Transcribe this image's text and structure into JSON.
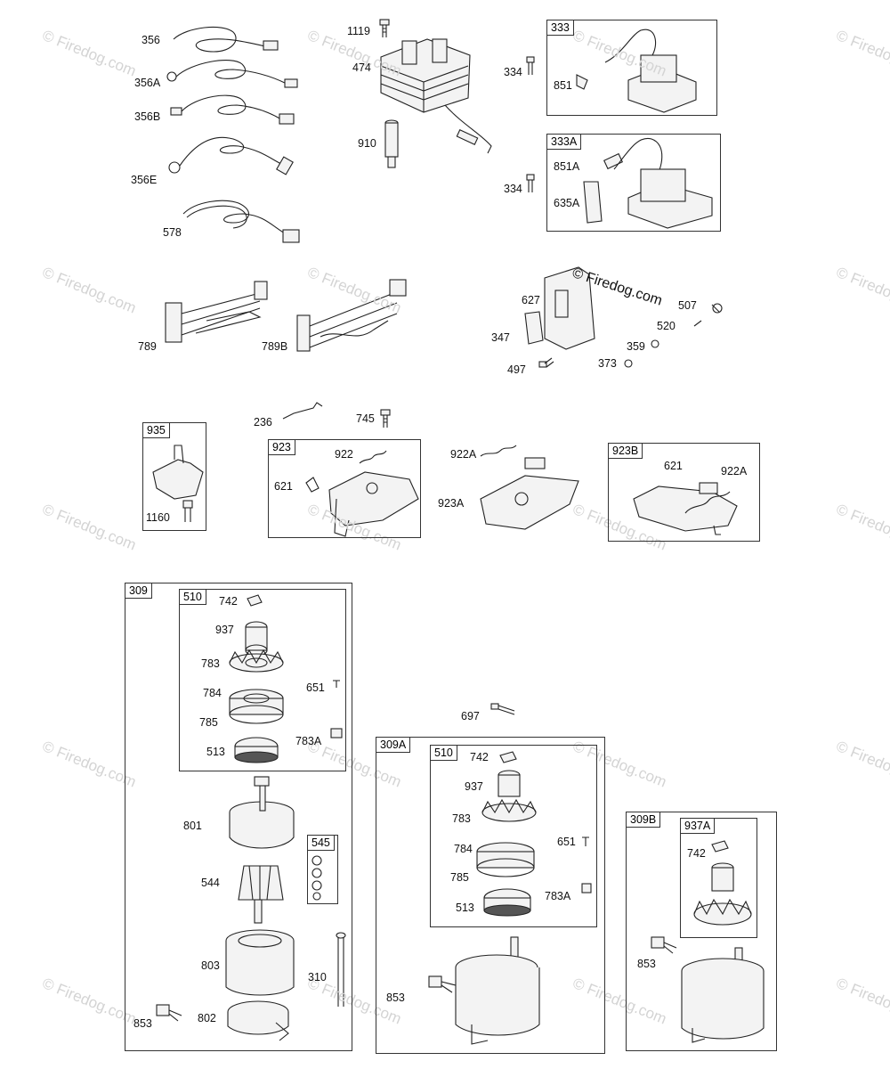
{
  "watermark": "© Firedog.com",
  "copyright_stamp": "© Firedog.com",
  "boxes": {
    "b333": "333",
    "b333A": "333A",
    "b935": "935",
    "b923": "923",
    "b923B": "923B",
    "b309": "309",
    "b510a": "510",
    "b545": "545",
    "b309A": "309A",
    "b510b": "510",
    "b309B": "309B",
    "b937A": "937A"
  },
  "labels": {
    "l356": "356",
    "l356A": "356A",
    "l356B": "356B",
    "l356E": "356E",
    "l578": "578",
    "l789": "789",
    "l789B": "789B",
    "l1119": "1119",
    "l474": "474",
    "l910": "910",
    "l334a": "334",
    "l851": "851",
    "l334b": "334",
    "l851A": "851A",
    "l635A": "635A",
    "l627": "627",
    "l507": "507",
    "l520": "520",
    "l347": "347",
    "l359": "359",
    "l497": "497",
    "l373": "373",
    "l236": "236",
    "l745": "745",
    "l1160": "1160",
    "l922": "922",
    "l621a": "621",
    "l922Aa": "922A",
    "l923A": "923A",
    "l621b": "621",
    "l922Ab": "922A",
    "l742a": "742",
    "l937a": "937",
    "l783a": "783",
    "l784a": "784",
    "l651a": "651",
    "l785a": "785",
    "l783Aa": "783A",
    "l513a": "513",
    "l801": "801",
    "l544": "544",
    "l803": "803",
    "l310": "310",
    "l853a": "853",
    "l802": "802",
    "l697": "697",
    "l742b": "742",
    "l937b": "937",
    "l783b": "783",
    "l784b": "784",
    "l651b": "651",
    "l785b": "785",
    "l783Ab": "783A",
    "l513b": "513",
    "l853b": "853",
    "l742c": "742",
    "l853c": "853"
  }
}
